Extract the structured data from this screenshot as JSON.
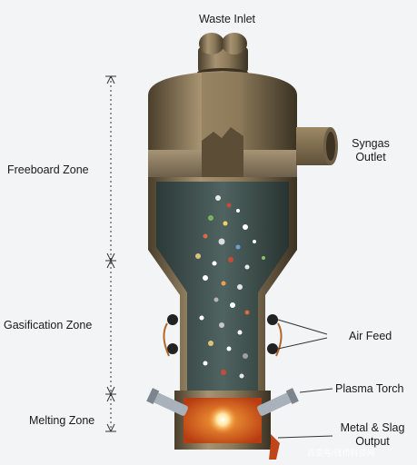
{
  "labels": {
    "waste_inlet": "Waste Inlet",
    "syngas_line1": "Syngas",
    "syngas_line2": "Outlet",
    "freeboard_zone": "Freeboard Zone",
    "gasification_zone": "Gasification Zone",
    "melting_zone": "Melting Zone",
    "air_feed": "Air Feed",
    "plasma_torch": "Plasma Torch",
    "metal_slag_line1": "Metal & Slag",
    "metal_slag_line2": "Output"
  },
  "watermark": "百家号/钱桥科技网",
  "colors": {
    "background": "#f3f4f6",
    "vessel_bronze": "#8c7a5a",
    "vessel_shadow": "#4a3f2c",
    "interior": "#3d4f4c",
    "molten": "#d9541c",
    "glow": "#ffe6a0",
    "torch_steel": "#a9b2bb"
  }
}
